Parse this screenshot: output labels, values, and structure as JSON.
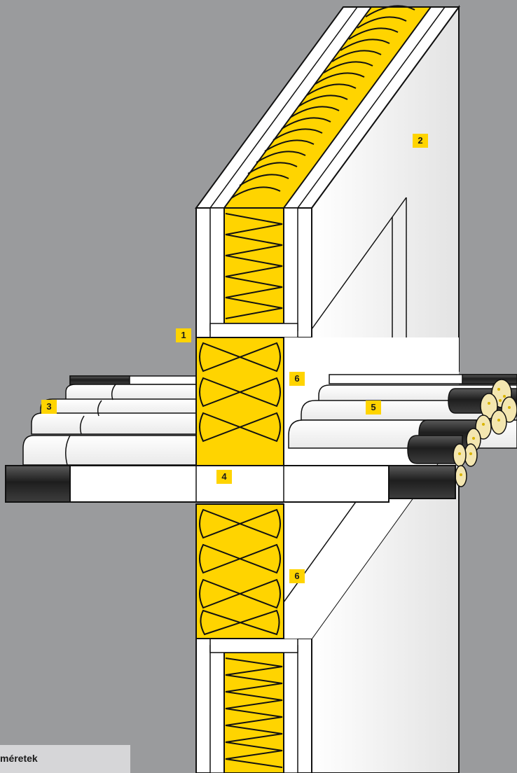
{
  "callouts": [
    {
      "id": "c1",
      "text": "1"
    },
    {
      "id": "c2",
      "text": "2"
    },
    {
      "id": "c3",
      "text": "3"
    },
    {
      "id": "c4",
      "text": "4"
    },
    {
      "id": "c5",
      "text": "5"
    },
    {
      "id": "c6a",
      "text": "6"
    },
    {
      "id": "c6b",
      "text": "6"
    }
  ],
  "caption": {
    "text": "méretek"
  },
  "colors": {
    "background": "#9a9b9d",
    "insulation": "#ffd400",
    "board": "#ffffff",
    "pipe_dark": "#333333",
    "callout": "#ffd400"
  }
}
